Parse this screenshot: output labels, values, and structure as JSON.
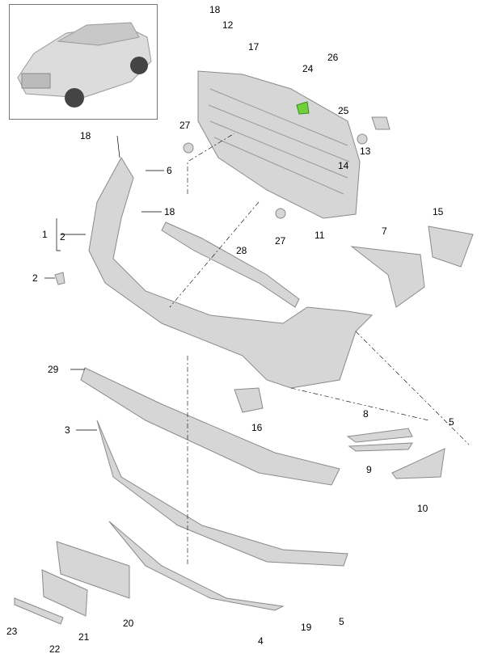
{
  "diagram": {
    "title_thumbnail": "vehicle-overview",
    "callouts": [
      "18",
      "12",
      "17",
      "24",
      "26",
      "25",
      "27",
      "13",
      "14",
      "18",
      "6",
      "18",
      "1",
      "2",
      "11",
      "27",
      "15",
      "7",
      "28",
      "2",
      "29",
      "16",
      "8",
      "5",
      "9",
      "3",
      "10",
      "20",
      "21",
      "22",
      "23",
      "19",
      "5",
      "4"
    ]
  },
  "colors": {
    "part_fill": "#d6d6d6",
    "part_stroke": "#8a8a8a",
    "highlight": "#6fd13a"
  }
}
